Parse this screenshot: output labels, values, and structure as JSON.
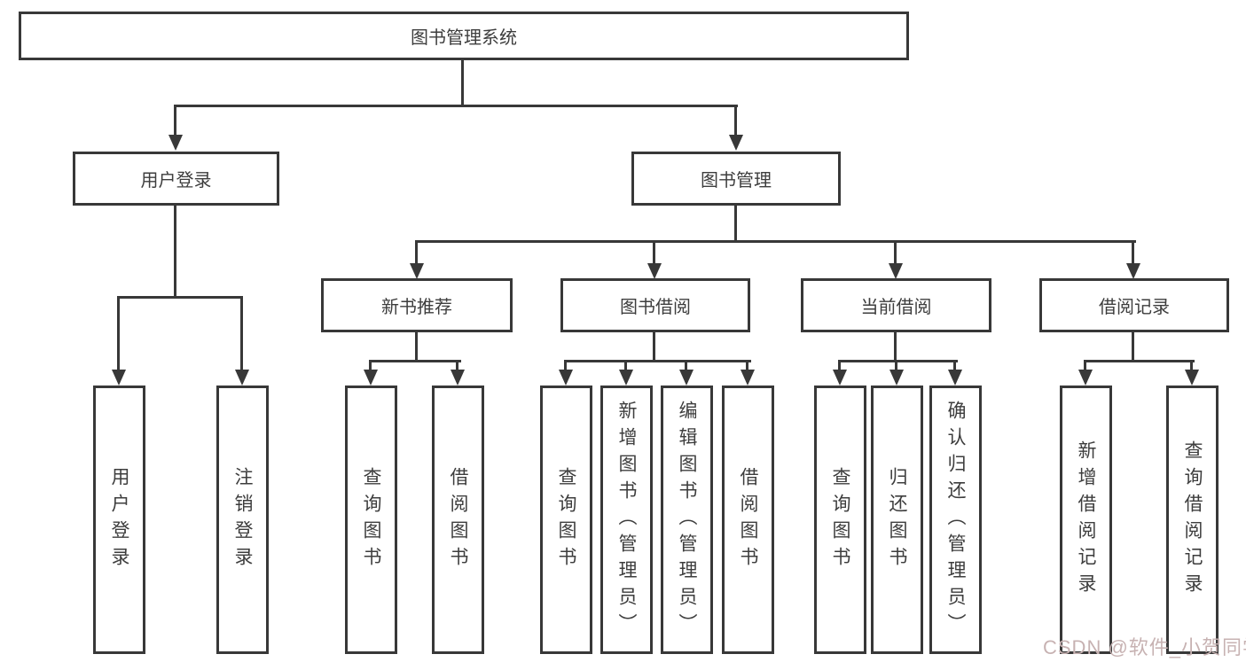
{
  "diagram": {
    "root": {
      "label": "图书管理系统"
    },
    "level2": [
      {
        "label": "用户登录",
        "parent": "图书管理系统"
      },
      {
        "label": "图书管理",
        "parent": "图书管理系统"
      }
    ],
    "level3": [
      {
        "label": "新书推荐",
        "parent": "图书管理"
      },
      {
        "label": "图书借阅",
        "parent": "图书管理"
      },
      {
        "label": "当前借阅",
        "parent": "图书管理"
      },
      {
        "label": "借阅记录",
        "parent": "图书管理"
      }
    ],
    "leaves": [
      {
        "label": "用户登录",
        "parent": "用户登录"
      },
      {
        "label": "注销登录",
        "parent": "用户登录"
      },
      {
        "label": "查询图书",
        "parent": "新书推荐"
      },
      {
        "label": "借阅图书",
        "parent": "新书推荐"
      },
      {
        "label": "查询图书",
        "parent": "图书借阅"
      },
      {
        "label": "新增图书（管理员）",
        "parent": "图书借阅"
      },
      {
        "label": "编辑图书（管理员）",
        "parent": "图书借阅"
      },
      {
        "label": "借阅图书",
        "parent": "图书借阅"
      },
      {
        "label": "查询图书",
        "parent": "当前借阅"
      },
      {
        "label": "归还图书",
        "parent": "当前借阅"
      },
      {
        "label": "确认归还（管理员）",
        "parent": "当前借阅"
      },
      {
        "label": "新增借阅记录",
        "parent": "借阅记录"
      },
      {
        "label": "查询借阅记录",
        "parent": "借阅记录"
      }
    ],
    "colors": {
      "line": "#383838",
      "text": "#3d3d3d",
      "background": "#ffffff"
    }
  },
  "watermark": {
    "text": "CSDN @软件_小贺同学",
    "color": "#c7b2b2"
  }
}
